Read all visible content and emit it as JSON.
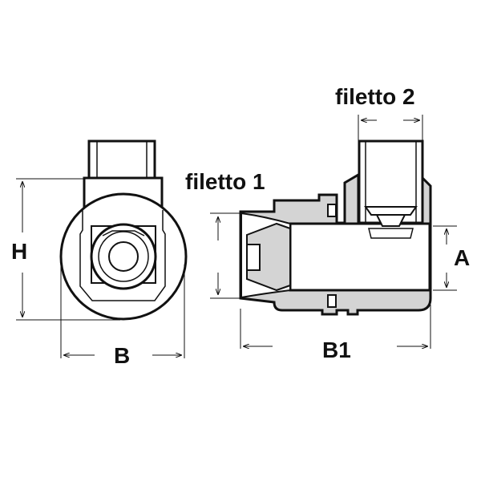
{
  "labels": {
    "h": "H",
    "b": "B",
    "a": "A",
    "b1": "B1",
    "thread1": "filetto 1",
    "thread2": "filetto 2"
  },
  "colors": {
    "line": "#111111",
    "fill": "#d4d4d4"
  }
}
